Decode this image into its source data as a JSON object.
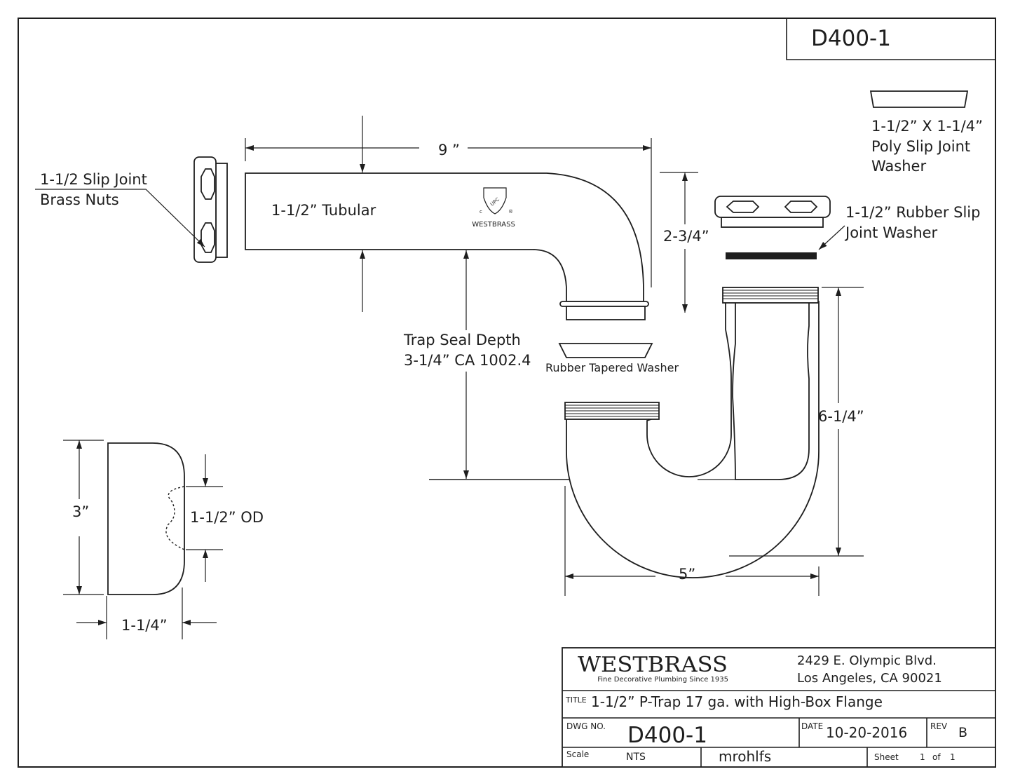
{
  "header": {
    "drawing_number": "D400-1"
  },
  "labels": {
    "slip_joint_nuts_line1": "1-1/2 Slip Joint",
    "slip_joint_nuts_line2": "Brass Nuts",
    "tubular": "1-1/2” Tubular",
    "dim_length": "9 ”",
    "dim_rise": "2-3/4”",
    "trap_seal_line1": "Trap Seal Depth",
    "trap_seal_line2": "3-1/4”  CA 1002.4",
    "rubber_tapered_washer": "Rubber Tapered Washer",
    "poly_washer_line1": "1-1/2” X 1-1/4”",
    "poly_washer_line2": "Poly Slip Joint",
    "poly_washer_line3": "Washer",
    "rubber_slip_line1": "1-1/2” Rubber Slip",
    "rubber_slip_line2": "Joint Washer",
    "dim_trap_height": "6-1/4”",
    "dim_trap_width": "5”",
    "dim_flange_height": "3”",
    "dim_flange_od": "1-1/2” OD",
    "dim_flange_depth": "1-1/4”"
  },
  "upc_mark": {
    "text": "UPC",
    "c": "c",
    "r": "®",
    "brand": "WESTBRASS"
  },
  "title_block": {
    "company": "WESTBRASS",
    "tagline": "Fine Decorative Plumbing Since 1935",
    "address_line1": "2429 E. Olympic Blvd.",
    "address_line2": "Los Angeles, CA 90021",
    "title_label": "TITLE",
    "title": "1-1/2”  P-Trap 17 ga. with High-Box Flange",
    "dwg_no_label": "DWG NO.",
    "dwg_no": "D400-1",
    "date_label": "DATE",
    "date": "10-20-2016",
    "rev_label": "REV",
    "rev": "B",
    "scale_label": "Scale",
    "scale": "NTS",
    "drawn_by": "mrohlfs",
    "sheet_label": "Sheet",
    "sheet_num": "1",
    "sheet_of": "of",
    "sheet_total": "1"
  }
}
